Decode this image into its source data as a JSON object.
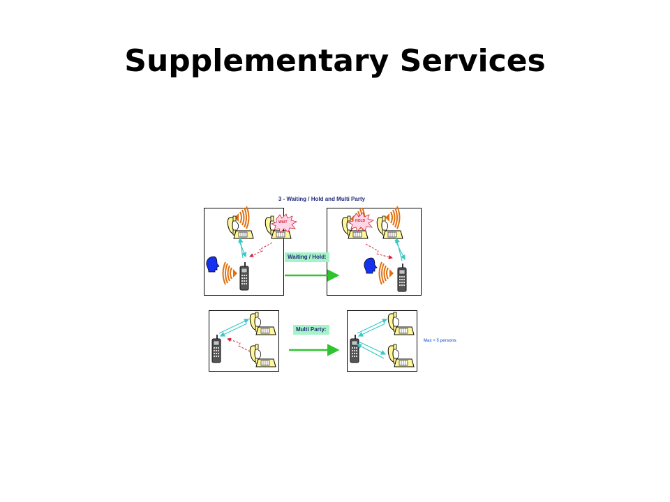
{
  "page": {
    "title": "Supplementary Services"
  },
  "figure": {
    "title": "3 - Waiting / Hold and Multi Party",
    "waiting_hold_label": "Waiting / Hold:",
    "multi_party_label": "Multi Party:",
    "wait_bubble": "WAIT",
    "hold_bubble": "HOLD",
    "max_note": "Max = 5 persons"
  },
  "colors": {
    "phone_yellow": "#fff79a",
    "arrow_green": "#2fc42f",
    "arrow_cyan": "#39c8c8",
    "arrow_red": "#d0233a",
    "speaker_orange": "#e0700f",
    "head_blue": "#1530ee",
    "label_bg": "#a6f3c8"
  },
  "icons": [
    "desk-phone-icon",
    "mobile-phone-icon",
    "speaker-waves-icon",
    "head-silhouette-icon",
    "burst-bubble-icon"
  ]
}
